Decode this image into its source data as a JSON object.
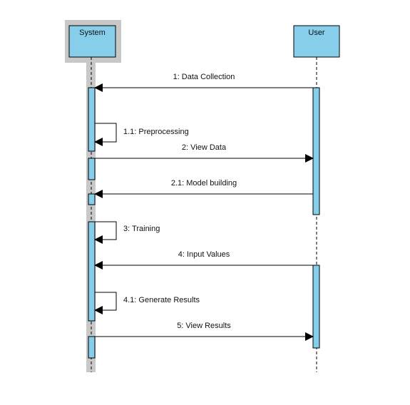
{
  "participants": [
    {
      "id": "system",
      "name": "System",
      "selected": true
    },
    {
      "id": "user",
      "name": "User",
      "selected": false
    }
  ],
  "messages": [
    {
      "id": "m1",
      "label": "1: Data Collection",
      "from": "user",
      "to": "system"
    },
    {
      "id": "m1_1",
      "label": "1.1: Preprocessing",
      "from": "system",
      "to": "system"
    },
    {
      "id": "m2",
      "label": "2: View Data",
      "from": "system",
      "to": "user"
    },
    {
      "id": "m2_1",
      "label": "2.1: Model building",
      "from": "user",
      "to": "system"
    },
    {
      "id": "m3",
      "label": "3: Training",
      "from": "system",
      "to": "system"
    },
    {
      "id": "m4",
      "label": "4: Input Values",
      "from": "user",
      "to": "system"
    },
    {
      "id": "m4_1",
      "label": "4.1: Generate Results",
      "from": "system",
      "to": "system"
    },
    {
      "id": "m5",
      "label": "5: View Results",
      "from": "system",
      "to": "user"
    }
  ],
  "colors": {
    "participant_fill": "#87CEEB",
    "activation_fill": "#87CEEB",
    "selection_frame": "#C8C8C8",
    "line": "#000000"
  }
}
